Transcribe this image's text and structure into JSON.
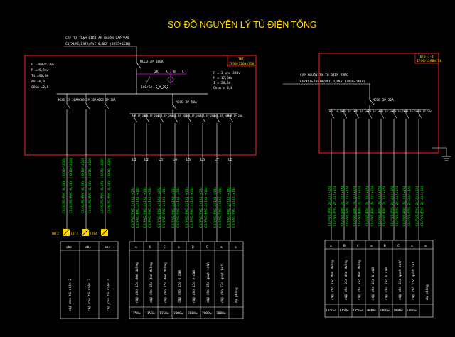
{
  "title": "SƠ ĐỒ NGUYÊN LÝ TỦ ĐIỆN TỔNG",
  "left_panel": {
    "feeder_label": "CÁP TỪ TRẠM BIẾN ÁP NGUỒN CẤP VÀO",
    "feeder_cable": "CU/XLPE/DSTA/PVC 0,6KV (3X35+1X16)",
    "panel_tag": "TĐT",
    "panel_code": "IP30/1200x750",
    "left_params": [
      "U =380v/220v",
      "P =49,5kw",
      "Ti =96,8A",
      "ΔU =0,8",
      "COSφ =0,8"
    ],
    "right_params": [
      "F = 3 pha 380v",
      "P = 17,6kw",
      "I = 28,5a",
      "Cosφ = 0,8"
    ],
    "ct_labels": [
      "2A",
      "K",
      "B",
      "C"
    ],
    "ct_ratio": "100/5A",
    "main_breaker": "MCCB 3P 100A",
    "feeder_mccb": [
      "MCCB 3P 30A",
      "MCCB 3P 30A",
      "MCCB 3P 30A"
    ],
    "mccb_group": "MCCB 3P 50A",
    "mcb_outgoing": [
      "MCB 1P 20A",
      "MCB 1P 20A",
      "MCB 1P 20A",
      "MCB 1P 20A",
      "MCB 1P 20A",
      "MCB 1P 20A",
      "MCB 1P 20A",
      "MCB 1P 20A"
    ],
    "line_labels": [
      "L1",
      "L2",
      "L3",
      "L4",
      "L5",
      "L6",
      "L7",
      "L8"
    ],
    "cable_feeders": [
      "CU/XLPE/PVC 0,6KV (3X16+1X10)",
      "CU/XLPE/PVC 0,6KV (3X16+1X10)",
      "CU/XLPE/PVC 0,6KV (3X16+1X10)"
    ],
    "cable_outgoing": [
      "CU/PVC/PVC 2(1X4)+1X4",
      "CU/PVC/PVC 2(1X4)+1X4",
      "CU/PVC/PVC 2(1X4)+1X4",
      "CU/PVC/PVC 2(1X4)+1X4",
      "CU/PVC/PVC 2(1X4)+1X4",
      "CU/PVC/PVC 2(1X4)+1X4",
      "CU/PVC/PVC 2(1X4)+1X4",
      "CU/PVC/PVC 2(1X4)+1X4"
    ],
    "sub_panels": [
      "TĐT2",
      "TĐT3",
      "TĐT4"
    ],
    "table_a": {
      "phases": [
        "abc",
        "abc",
        "abc"
      ],
      "loads": [
        "cấp cho tủ điện 2",
        "cấp cho tủ điện 3",
        "cấp cho tủ điện 4"
      ]
    },
    "table_b": {
      "phases": [
        "a",
        "B",
        "C",
        "a",
        "B",
        "C",
        "a",
        "a"
      ],
      "loads": [
        "cấp cho 15o đèn đường",
        "cấp cho 15o đèn đường",
        "cấp cho 15o đèn đường",
        "cấp cho 15o ổ cắm",
        "cấp cho 15o ổ cắm",
        "cấp cho 15o quạt trần",
        "cấp cho 12o quạt hút",
        "dự phòng"
      ],
      "powers": [
        "1350w",
        "1350w",
        "1350w",
        "3000w",
        "3000w",
        "2000w",
        "3000w",
        ""
      ]
    }
  },
  "right_panel": {
    "panel_tag": "TĐT2-3-4",
    "panel_code": "IP30/1200x750",
    "feeder_label": "CÁP NGUỒN TỪ TỦ ĐIỆN TỔNG",
    "feeder_cable": "CU/XLPE/DSTA/PVC 0,6KV (3X16+1X10)",
    "main_breaker": "MCCB 3P 30A",
    "mcb_outgoing": [
      "MCB 1P 20A",
      "MCB 1P 20A",
      "MCB 1P 20A",
      "MCB 1P 20A",
      "MCB 1P 20A",
      "MCB 1P 20A",
      "MCB 1P 20A",
      "MCB 1P 20A"
    ],
    "cable_outgoing": [
      "CU/PVC/PVC 2(1X4)+1X4",
      "CU/PVC/PVC 2(1X4)+1X4",
      "CU/PVC/PVC 2(1X4)+1X4",
      "CU/PVC/PVC 2(1X4)+1X4",
      "CU/PVC/PVC 2(1X4)+1X4",
      "CU/PVC/PVC 2(1X4)+1X4",
      "CU/PVC/PVC 2(1X4)+1X4",
      "CU/PVC/PVC 2(1X4)+1X4"
    ],
    "table": {
      "phases": [
        "a",
        "B",
        "C",
        "a",
        "B",
        "C",
        "a",
        "a"
      ],
      "loads": [
        "cấp cho 15o đèn đường",
        "cấp cho 15o đèn đường",
        "cấp cho 15o đèn đường",
        "cấp cho 15o ổ cắm",
        "cấp cho 15o ổ cắm",
        "cấp cho 15o quạt trần",
        "cấp cho 12o quạt hút",
        "dự phòng"
      ],
      "powers": [
        "1350w",
        "1350w",
        "1350w",
        "3000w",
        "3000w",
        "2000w",
        "2000w",
        ""
      ]
    }
  },
  "colors": {
    "background": "#000000",
    "panel_border": "#ff2020",
    "wire": "#ffffff",
    "text": "#ffffff",
    "cable_text": "#00ff00",
    "title": "#ffd700",
    "ct": "#ff00ff",
    "label": "#ffd700"
  }
}
